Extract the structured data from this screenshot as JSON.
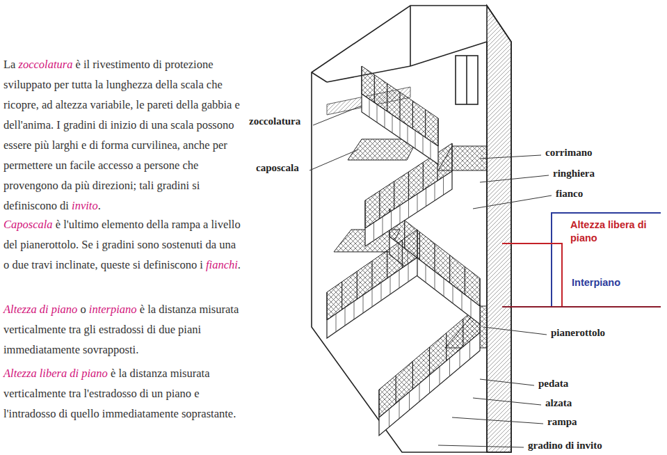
{
  "diagram": {
    "labels": [
      "La",
      "zoccolatura",
      "è il rivestimento di protezione sviluppato per tutta la lunghezza della scala che ricopre, ad altezza variabile, le pareti della gabbia e dell'anima. I gradini di inizio di una scala possono essere più larghi e di forma curvilinea, anche per permettere un facile accesso a persone che provengono da più direzioni; tali gradini si definiscono di",
      "invito",
      ".",
      "Caposcala",
      "è l'ultimo elemento della rampa a livello del pianerottolo. Se i gradini sono sostenuti da una o due travi inclinate, queste si definiscono i",
      "fianchi",
      ".",
      "Altezza di piano",
      "o",
      "interpiano",
      "è la distanza misurata verticalmente tra gli estradossi di due piani immediatamente sovrapposti.",
      "Altezza libera di piano",
      "è la distanza misurata verticalmente tra l'estradosso di un piano e l'intradosso di quello immediatamente soprastante.",
      "zoccolatura",
      "caposcala",
      "corrimano",
      "ringhiera",
      "fianco",
      "Altezza libera di piano",
      "Interpiano",
      "pianerottolo",
      "pedata",
      "alzata",
      "rampa",
      "gradino di invito"
    ]
  }
}
